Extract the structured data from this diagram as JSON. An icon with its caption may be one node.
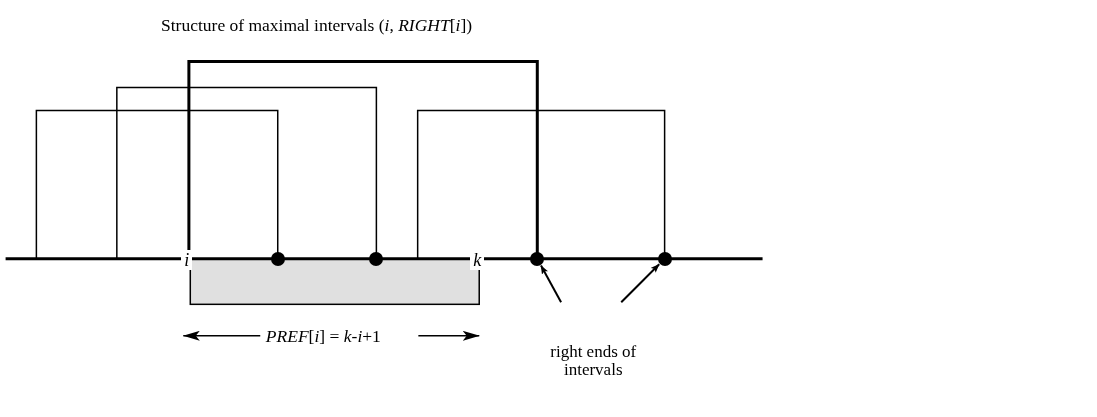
{
  "diagram": {
    "title": "Structure of maximal intervals (*i*, *RIGHT*[*i*])",
    "nodes": [
      {
        "text": [],
        "shape": "circle"
      },
      {
        "text": [],
        "shape": "circle"
      },
      {
        "text": [],
        "shape": "circle"
      },
      {
        "text": [],
        "shape": "circle"
      },
      {
        "text": [
          "right ends of intervals"
        ]
      }
    ],
    "edges": [
      {
        "from": 4,
        "to": 2,
        "arrow": "to"
      },
      {
        "from": 4,
        "to": 3,
        "arrow": "to"
      }
    ],
    "labels": [
      "*i*",
      "*k*",
      "*PREF*[*i*] = *k*-*i*+1"
    ]
  }
}
